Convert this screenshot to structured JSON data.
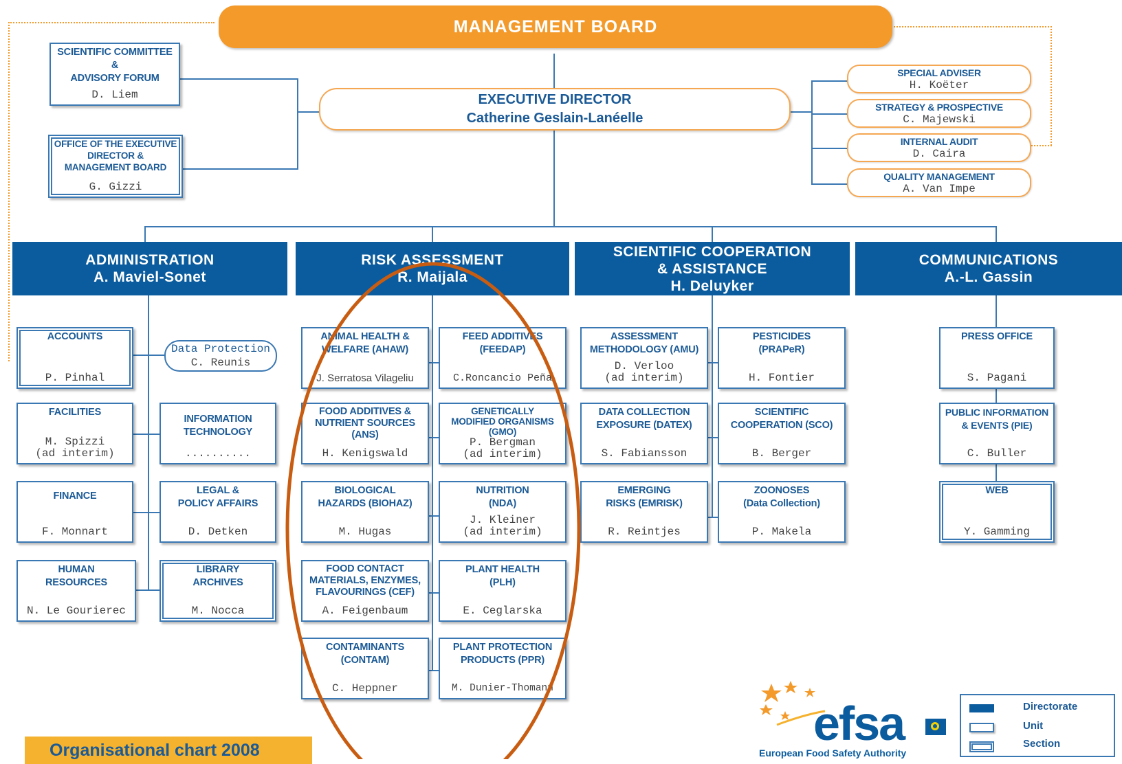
{
  "management_board": "MANAGEMENT BOARD",
  "executive": {
    "title": "EXECUTIVE DIRECTOR",
    "person": "Catherine Geslain-Lanéelle"
  },
  "left_boxes": {
    "sci_committee": {
      "title_l1": "SCIENTIFIC COMMITTEE",
      "title_l2": "&",
      "title_l3": "ADVISORY FORUM",
      "person": "D. Liem"
    },
    "office": {
      "title_l1": "OFFICE OF THE EXECUTIVE",
      "title_l2": "DIRECTOR &",
      "title_l3": "MANAGEMENT BOARD",
      "person": "G. Gizzi"
    }
  },
  "advisers": [
    {
      "title": "SPECIAL ADVISER",
      "person": "H. Koëter"
    },
    {
      "title": "STRATEGY & PROSPECTIVE",
      "person": "C. Majewski"
    },
    {
      "title": "INTERNAL AUDIT",
      "person": "D. Caira"
    },
    {
      "title": "QUALITY MANAGEMENT",
      "person": "A. Van Impe"
    }
  ],
  "directorates": {
    "admin": {
      "l1": "ADMINISTRATION",
      "l2": "A. Maviel-Sonet"
    },
    "risk": {
      "l1": "RISK ASSESSMENT",
      "l2": "R. Maijala"
    },
    "sci": {
      "l1": "SCIENTIFIC COOPERATION",
      "l2": "& ASSISTANCE",
      "l3": "H. Deluyker"
    },
    "comm": {
      "l1": "COMMUNICATIONS",
      "l2": "A.-L. Gassin"
    }
  },
  "admin_units": {
    "accounts": {
      "title": "ACCOUNTS",
      "person": "P. Pinhal"
    },
    "data_protection": {
      "title": "Data Protection",
      "person": "C. Reunis"
    },
    "facilities": {
      "title": "FACILITIES",
      "person_l1": "M. Spizzi",
      "person_l2": "(ad interim)"
    },
    "it": {
      "title_l1": "INFORMATION",
      "title_l2": "TECHNOLOGY",
      "person": ".........."
    },
    "finance": {
      "title": "FINANCE",
      "person": "F. Monnart"
    },
    "legal": {
      "title_l1": "LEGAL &",
      "title_l2": "POLICY AFFAIRS",
      "person": "D. Detken"
    },
    "hr": {
      "title_l1": "HUMAN",
      "title_l2": "RESOURCES",
      "person": "N. Le Gourierec"
    },
    "library": {
      "title_l1": "LIBRARY",
      "title_l2": "ARCHIVES",
      "person": "M. Nocca"
    }
  },
  "risk_units": {
    "ahaw": {
      "title_l1": "ANIMAL HEALTH &",
      "title_l2": "WELFARE (AHAW)",
      "person": "J. Serratosa Vilageliu"
    },
    "feedap": {
      "title_l1": "FEED ADDITIVES",
      "title_l2": "(FEEDAP)",
      "person": "C.Roncancio Peña"
    },
    "ans": {
      "title_l1": "FOOD ADDITIVES &",
      "title_l2": "NUTRIENT SOURCES",
      "title_l3": "(ANS)",
      "person": "H. Kenigswald"
    },
    "gmo": {
      "title_l1": "GENETICALLY",
      "title_l2": "MODIFIED ORGANISMS",
      "title_l3": "(GMO)",
      "person_l1": "P. Bergman",
      "person_l2": "(ad interim)"
    },
    "biohaz": {
      "title_l1": "BIOLOGICAL",
      "title_l2": "HAZARDS (BIOHAZ)",
      "person": "M. Hugas"
    },
    "nda": {
      "title_l1": "NUTRITION",
      "title_l2": "(NDA)",
      "person_l1": "J. Kleiner",
      "person_l2": "(ad interim)"
    },
    "cef": {
      "title_l1": "FOOD CONTACT",
      "title_l2": "MATERIALS, ENZYMES,",
      "title_l3": "FLAVOURINGS (CEF)",
      "person": "A. Feigenbaum"
    },
    "plh": {
      "title_l1": "PLANT HEALTH",
      "title_l2": "(PLH)",
      "person": "E. Ceglarska"
    },
    "contam": {
      "title_l1": "CONTAMINANTS",
      "title_l2": "(CONTAM)",
      "person": "C. Heppner"
    },
    "ppr": {
      "title_l1": "PLANT PROTECTION",
      "title_l2": "PRODUCTS (PPR)",
      "person": "M. Dunier-Thomann"
    }
  },
  "sci_units": {
    "amu": {
      "title_l1": "ASSESSMENT",
      "title_l2": "METHODOLOGY (AMU)",
      "person_l1": "D. Verloo",
      "person_l2": "(ad interim)"
    },
    "praper": {
      "title_l1": "PESTICIDES",
      "title_l2": "(PRAPeR)",
      "person": "H. Fontier"
    },
    "datex": {
      "title_l1": "DATA COLLECTION",
      "title_l2": "EXPOSURE (DATEX)",
      "person": "S. Fabiansson"
    },
    "sco": {
      "title_l1": "SCIENTIFIC",
      "title_l2": "COOPERATION (SCO)",
      "person": "B. Berger"
    },
    "emrisk": {
      "title_l1": "EMERGING",
      "title_l2": "RISKS (EMRISK)",
      "person": "R. Reintjes"
    },
    "zoonoses": {
      "title_l1": "ZOONOSES",
      "title_l2": "(Data Collection)",
      "person": "P. Makela"
    }
  },
  "comm_units": {
    "press": {
      "title": "PRESS OFFICE",
      "person": "S. Pagani"
    },
    "pie": {
      "title_l1": "PUBLIC INFORMATION",
      "title_l2": "& EVENTS (PIE)",
      "person": "C. Buller"
    },
    "web": {
      "title": "WEB",
      "person": "Y. Gamming"
    }
  },
  "legend": {
    "directorate": "Directorate",
    "unit": "Unit",
    "section": "Section"
  },
  "logo": {
    "word": "efsa",
    "tagline": "European Food Safety Authority"
  },
  "footer_title": "Organisational chart 2008",
  "colors": {
    "orange": "#f39a2b",
    "blue": "#0b5c9e",
    "line": "#3a78b3",
    "highlight": "#c85d12"
  }
}
